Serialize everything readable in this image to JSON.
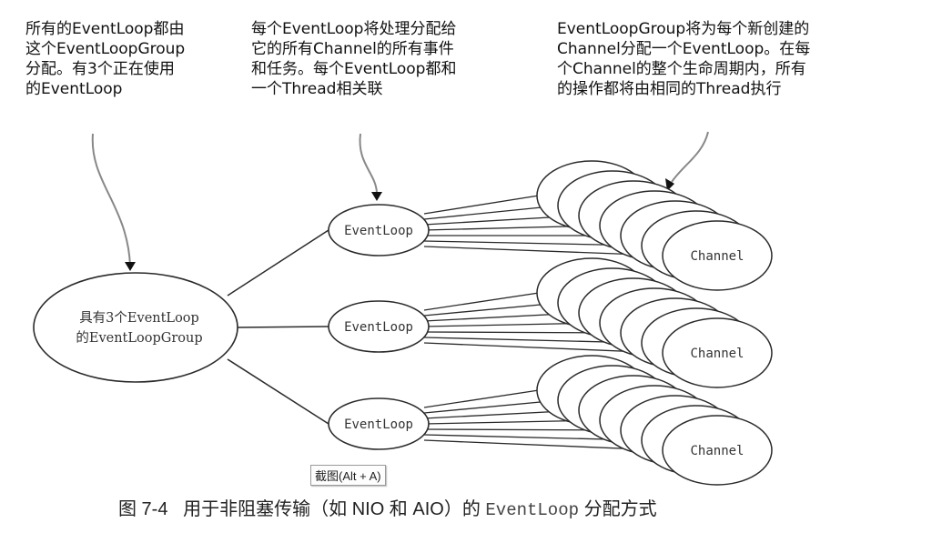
{
  "annotations": {
    "left": "所有的EventLoop都由\n这个EventLoopGroup\n分配。有3个正在使用\n的EventLoop",
    "middle": "每个EventLoop将处理分配给\n它的所有Channel的所有事件\n和任务。每个EventLoop都和\n一个Thread相关联",
    "right": "EventLoopGroup将为每个新创建的\nChannel分配一个EventLoop。在每\n个Channel的整个生命周期内，所有\n的操作都将由相同的Thread执行"
  },
  "diagram": {
    "group": {
      "line1": "具有3个EventLoop",
      "line2": "的EventLoopGroup"
    },
    "event_loops": [
      {
        "label": "EventLoop",
        "channel_label": "Channel",
        "channel_count": 7
      },
      {
        "label": "EventLoop",
        "channel_label": "Channel",
        "channel_count": 7
      },
      {
        "label": "EventLoop",
        "channel_label": "Channel",
        "channel_count": 7
      }
    ],
    "stroke_color": "#2a2a2a",
    "arrow_color": "#777777"
  },
  "tooltip": {
    "text": "截图(Alt + A)"
  },
  "caption": {
    "figure": "图 7-4",
    "text_before": "用于非阻塞传输（如 NIO 和 AIO）的",
    "code": "EventLoop",
    "text_after": "分配方式"
  }
}
